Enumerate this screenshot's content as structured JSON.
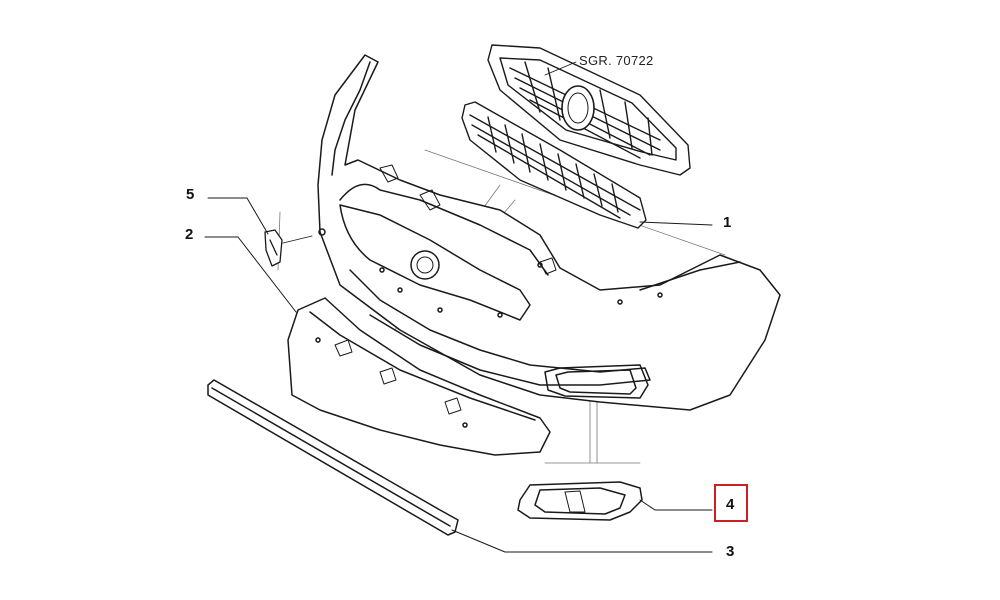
{
  "reference_label": "SGR. 70722",
  "callouts": {
    "c1": "1",
    "c2": "2",
    "c3": "3",
    "c4": "4",
    "c5": "5"
  },
  "highlighted_callout": "4",
  "colors": {
    "line": "#1a1a1a",
    "thin_line": "#555555",
    "highlight": "#cc1f1f",
    "fill": "#ffffff"
  }
}
